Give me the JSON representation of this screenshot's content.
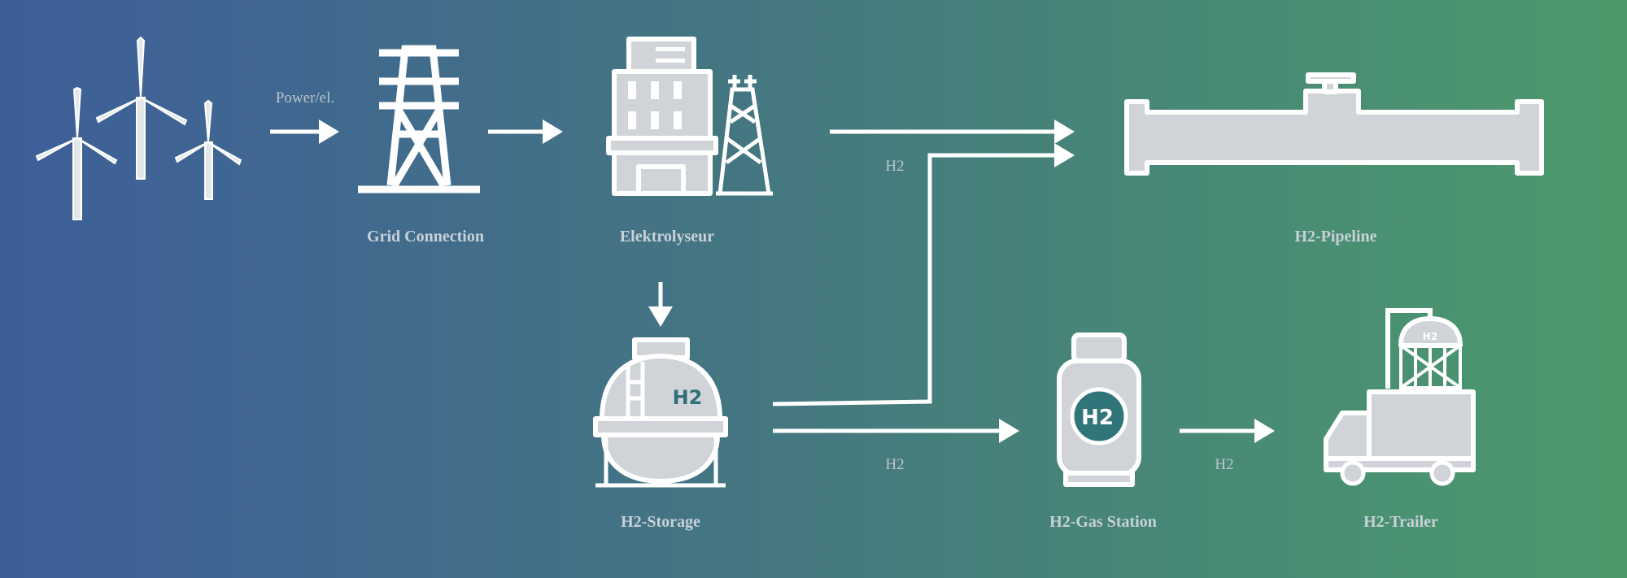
{
  "colors": {
    "gradient_start": "#3d5e99",
    "gradient_mid": "#45797f",
    "gradient_end": "#4c9a6c",
    "icon_fill": "#d0d4d9",
    "line": "#ffffff"
  },
  "flow_labels": {
    "power": "Power/el.",
    "h2_pipeline": "H2",
    "h2_gas_station": "H2",
    "h2_trailer": "H2"
  },
  "nodes": {
    "wind": {
      "icon": "wind-turbines-icon"
    },
    "grid": {
      "label": "Grid Connection",
      "icon": "power-pylon-icon"
    },
    "electrolyser": {
      "label": "Elektrolyseur",
      "icon": "electrolyser-building-icon"
    },
    "pipeline": {
      "label": "H2-Pipeline",
      "icon": "pipeline-icon"
    },
    "storage": {
      "label": "H2-Storage",
      "icon": "storage-tank-icon",
      "badge": "H2"
    },
    "gas_station": {
      "label": "H2-Gas Station",
      "icon": "gas-cylinder-icon",
      "badge": "H2"
    },
    "trailer": {
      "label": "H2-Trailer",
      "icon": "truck-trailer-icon",
      "badge": "H2"
    }
  }
}
